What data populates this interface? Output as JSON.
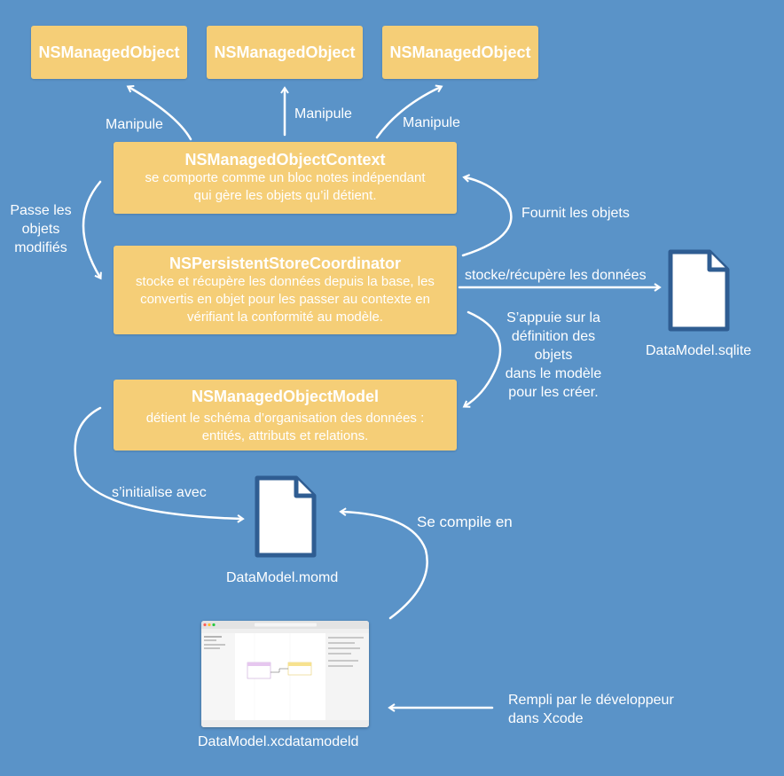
{
  "managed_objects": [
    "NSManagedObject",
    "NSManagedObject",
    "NSManagedObject"
  ],
  "context": {
    "title": "NSManagedObjectContext",
    "desc": [
      "se comporte comme un bloc notes indépendant",
      "qui gère les objets qu’il détient."
    ]
  },
  "coordinator": {
    "title": "NSPersistentStoreCoordinator",
    "desc": [
      "stocke et récupère les données depuis la base, les",
      "convertis en objet pour les passer au contexte en",
      "vérifiant la conformité au modèle."
    ]
  },
  "model": {
    "title": "NSManagedObjectModel",
    "desc": [
      "détient le schéma d’organisation des données :",
      "entités, attributs et relations."
    ]
  },
  "labels": {
    "manipule_left": "Manipule",
    "manipule_center": "Manipule",
    "manipule_right": "Manipule",
    "passe": [
      "Passe les",
      "objets",
      "modifiés"
    ],
    "fournit": "Fournit les objets",
    "stocke": "stocke/récupère les données",
    "appuie": [
      "S’appuie sur la",
      "définition des",
      "objets",
      "dans le modèle",
      "pour les créer."
    ],
    "initialise": "s’initialise avec",
    "compile": "Se compile en",
    "rempli": [
      "Rempli par le développeur",
      "dans Xcode"
    ]
  },
  "files": {
    "sqlite": "DataModel.sqlite",
    "momd": "DataModel.momd",
    "xcdatamodeld": "DataModel.xcdatamodeld"
  },
  "colors": {
    "background": "#5a93c8",
    "box": "#f5ce77",
    "doc_stroke": "#2f5d92"
  }
}
